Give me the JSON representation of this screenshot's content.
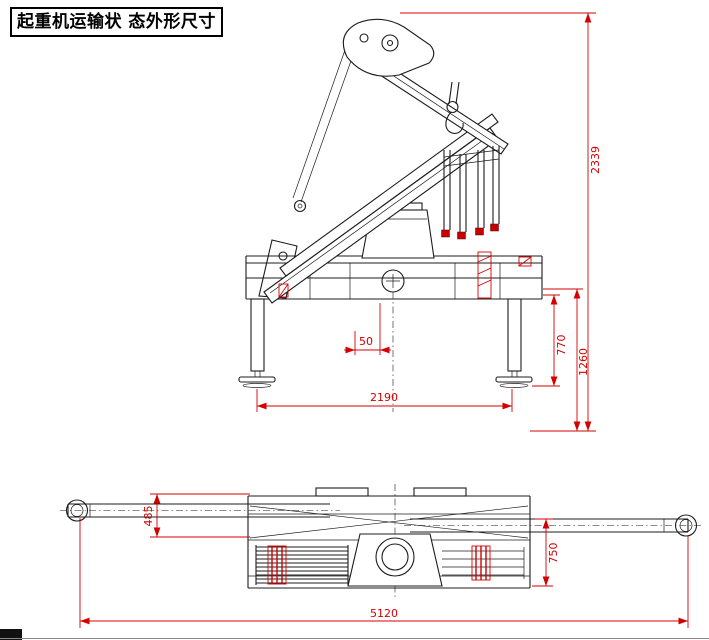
{
  "title_block": {
    "text": "起重机运输状 态外形尺寸"
  },
  "colors": {
    "drawing_line": "#1c1c1c",
    "dimension_red": "#d40000",
    "background": "#ffffff"
  },
  "side_view": {
    "dims": {
      "total_height": "2339",
      "mount_height": "1260",
      "frame_to_ground": "770",
      "center_offset": "50",
      "outrigger_span": "2190"
    }
  },
  "plan_view": {
    "dims": {
      "front_offset": "485",
      "body_width": "750",
      "overall_length": "5120"
    }
  }
}
